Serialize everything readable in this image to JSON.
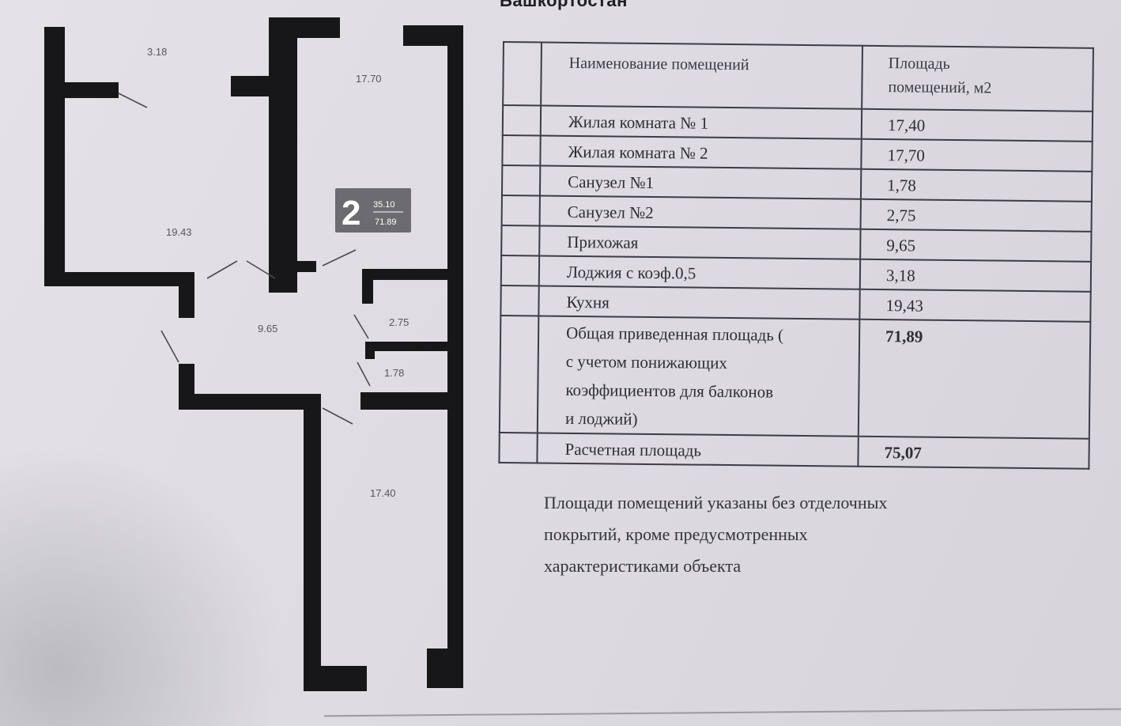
{
  "header": {
    "text": "Башкортостан"
  },
  "plan": {
    "rooms": {
      "loggia": "3.18",
      "bedroom2": "17.70",
      "kitchen": "19.43",
      "hall": "9.65",
      "bath2": "2.75",
      "bath1": "1.78",
      "bedroom1": "17.40"
    },
    "badge": {
      "rooms": "2",
      "living": "35.10",
      "total": "71.89"
    }
  },
  "table": {
    "header": {
      "name": "Наименование помещений",
      "area_line1": "Площадь",
      "area_line2": "помещений, м2"
    },
    "rows": [
      {
        "name": "Жилая комната № 1",
        "area": "17,40"
      },
      {
        "name": "Жилая комната № 2",
        "area": "17,70"
      },
      {
        "name": "Санузел №1",
        "area": "1,78"
      },
      {
        "name": "Санузел №2",
        "area": "2,75"
      },
      {
        "name": "Прихожая",
        "area": "9,65"
      },
      {
        "name": "Лоджия с коэф.0,5",
        "area": "3,18"
      },
      {
        "name": "Кухня",
        "area": "19,43"
      }
    ],
    "total": {
      "line1": "Общая приведенная площадь (",
      "line2": "с учетом понижающих",
      "line3": "коэффициентов для балконов",
      "line4": "и лоджий)",
      "area": "71,89"
    },
    "calc": {
      "name": "Расчетная площадь",
      "area": "75,07"
    }
  },
  "note": {
    "line1": "Площади помещений  указаны без отделочных",
    "line2": "покрытий, кроме предусмотренных",
    "line3": "характеристиками объекта"
  }
}
